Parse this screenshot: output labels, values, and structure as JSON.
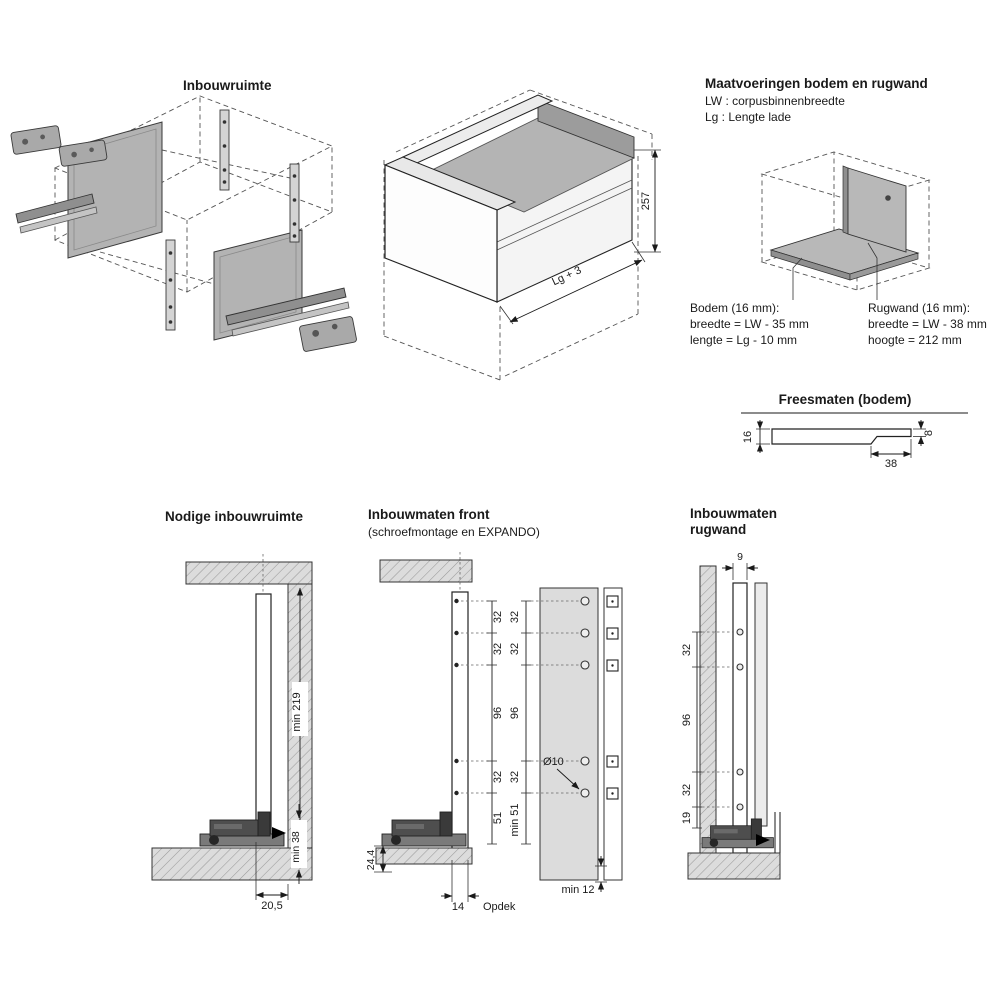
{
  "colors": {
    "line": "#1a1a1a",
    "panel_gray": "#b3b3b3",
    "interior_gray": "#b4b4b4",
    "hatch_gray": "#dcdcdc",
    "runner_dark": "#4e4e4e"
  },
  "exploded": {
    "title": "Inbouwruimte"
  },
  "drawer": {
    "dim_height": "257",
    "dim_depth": "Lg + 3"
  },
  "maat": {
    "title": "Maatvoeringen bodem en rugwand",
    "legend_lw": "LW : corpusbinnenbreedte",
    "legend_lg": "Lg : Lengte lade",
    "bodem": {
      "title": "Bodem (16 mm):",
      "line1": "breedte = LW - 35 mm",
      "line2": "lengte = Lg - 10 mm"
    },
    "rugwand": {
      "title": "Rugwand (16 mm):",
      "line1": "breedte = LW - 38 mm",
      "line2": "hoogte = 212 mm"
    }
  },
  "frees": {
    "title": "Freesmaten (bodem)",
    "dim_16": "16",
    "dim_38": "38",
    "dim_8": "8"
  },
  "nodige": {
    "title": "Nodige inbouwruimte",
    "dim_min219": "min 219",
    "dim_min38": "min 38",
    "dim_205": "20,5"
  },
  "front": {
    "title": "Inbouwmaten front",
    "subtitle": "(schroefmontage en EXPANDO)",
    "dims_left": [
      "32",
      "32",
      "96",
      "32",
      "51"
    ],
    "dims_right": [
      "32",
      "32",
      "96",
      "32"
    ],
    "dim_244": "24,4",
    "dim_14": "14",
    "opdek": "Opdek",
    "min51": "min 51",
    "min12": "min 12",
    "dia10": "Ø10"
  },
  "rugwand_view": {
    "title1": "Inbouwmaten",
    "title2": "rugwand",
    "dim_9": "9",
    "dims": [
      "32",
      "96",
      "32",
      "19"
    ]
  }
}
